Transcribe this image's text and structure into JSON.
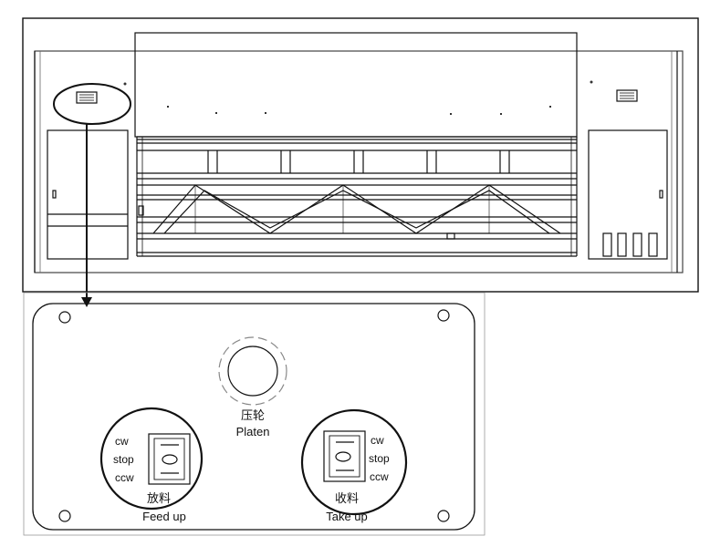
{
  "colors": {
    "line": "#111111",
    "thin": "#555555",
    "paper": "#ffffff"
  },
  "panel": {
    "platen": {
      "label_cn": "压轮",
      "label_en": "Platen"
    },
    "feed_up": {
      "switch_labels": [
        "cw",
        "stop",
        "ccw"
      ],
      "label_cn": "放料",
      "label_en": "Feed up"
    },
    "take_up": {
      "switch_labels": [
        "cw",
        "stop",
        "ccw"
      ],
      "label_cn": "收料",
      "label_en": "Take up"
    }
  }
}
